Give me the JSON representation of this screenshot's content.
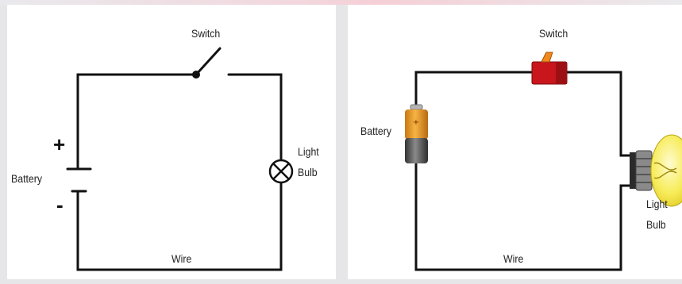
{
  "diagrams": [
    {
      "style": "schematic",
      "labels": {
        "switch": "Switch",
        "battery": "Battery",
        "plus": "+",
        "minus": "-",
        "light_line1": "Light",
        "light_line2": "Bulb",
        "wire": "Wire"
      }
    },
    {
      "style": "pictorial",
      "labels": {
        "switch": "Switch",
        "battery": "Battery",
        "light_line1": "Light",
        "light_line2": "Bulb",
        "wire": "Wire"
      }
    }
  ],
  "colors": {
    "wire": "#111111",
    "switch_body": "#c8161c",
    "switch_lever": "#f08a1c",
    "bulb_glass": "#f7ec5a",
    "battery_top": "#f0a030",
    "battery_bottom": "#555555"
  }
}
